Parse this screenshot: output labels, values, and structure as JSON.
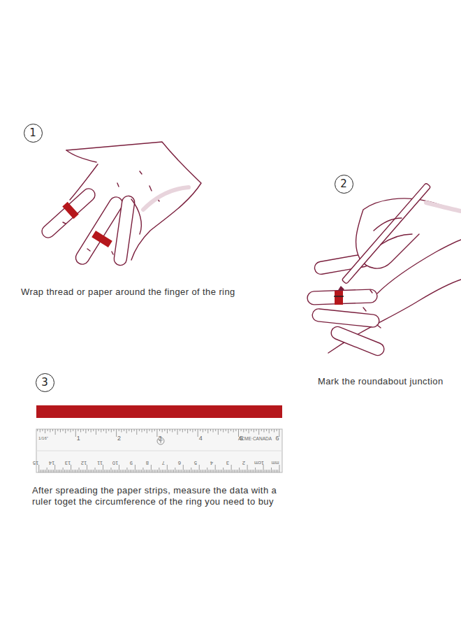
{
  "diagram": {
    "nodes": [
      {
        "text": [
          "1"
        ]
      },
      {
        "text": [
          "2"
        ]
      },
      {
        "text": [
          "3"
        ]
      }
    ],
    "edges": [],
    "labels": [
      "Wrap thread or paper around the finger of the ring",
      "Mark the roundabout junction",
      "After spreading the paper strips, measure the data with a ruler toget the circumference of the ring you need to buy",
      "1/16\"",
      "1",
      "2",
      "3",
      "4",
      "5",
      "ACME·CANADA",
      "6",
      "mm",
      "1cm",
      "2",
      "3",
      "4",
      "5",
      "6",
      "7",
      "8",
      "9",
      "10",
      "11",
      "12",
      "13",
      "14",
      "15"
    ]
  }
}
